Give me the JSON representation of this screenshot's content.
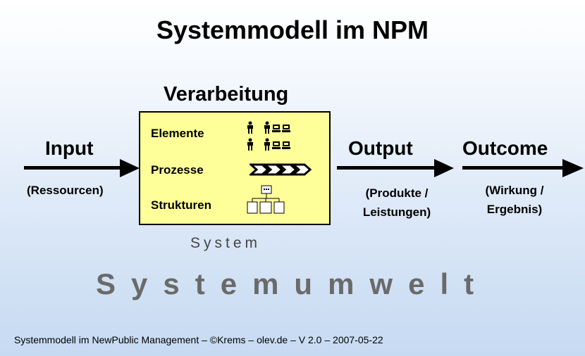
{
  "title": "Systemmodell im NPM",
  "processor": {
    "heading": "Verarbeitung",
    "rows": {
      "elemente": "Elemente",
      "prozesse": "Prozesse",
      "strukturen": "Strukturen"
    },
    "caption": "System"
  },
  "input": {
    "label": "Input",
    "description": "(Ressourcen)"
  },
  "output": {
    "label": "Output",
    "description_line1": "(Produkte /",
    "description_line2": "Leistungen)"
  },
  "outcome": {
    "label": "Outcome",
    "description_line1": "(Wirkung /",
    "description_line2": "Ergebnis)"
  },
  "environment": {
    "label": "Systemumwelt"
  },
  "footer": "Systemmodell im NewPublic Management – ©Krems – olev.de –  V 2.0 – 2007-05-22",
  "colors": {
    "box_fill": "#ffff99",
    "arrow": "#000000",
    "environment_text": "#6a6a6a",
    "background_bottom": "#c6daf2"
  },
  "icons": [
    "person-icon",
    "computer-icon",
    "process-chevron-icon",
    "org-chart-icon"
  ]
}
